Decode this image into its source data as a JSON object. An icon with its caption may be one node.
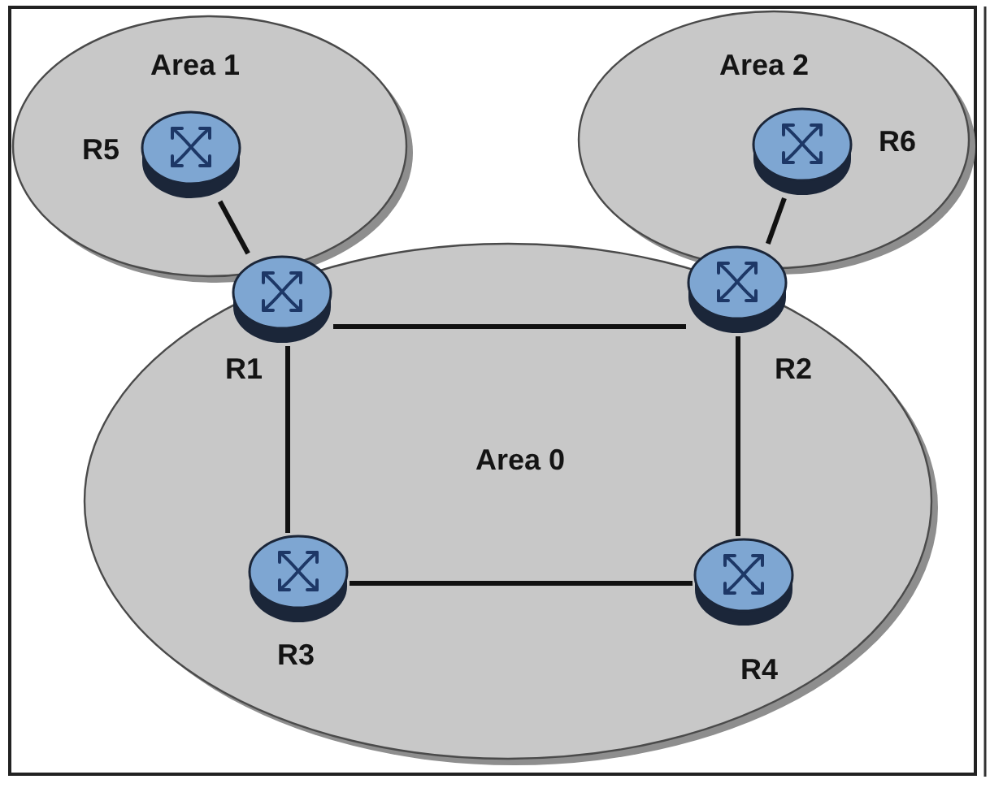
{
  "diagram": {
    "nodes": [
      {
        "text": [
          "Area 1"
        ]
      },
      {
        "text": [
          "R5"
        ],
        "in": 0
      },
      {
        "text": [
          "Area 2"
        ]
      },
      {
        "text": [
          "R6"
        ],
        "in": 2
      },
      {
        "text": [
          "Area 0"
        ]
      },
      {
        "text": [
          "R1"
        ],
        "in": 4
      },
      {
        "text": [
          "R2"
        ],
        "in": 4
      },
      {
        "text": [
          "R3"
        ],
        "in": 4
      },
      {
        "text": [
          "R4"
        ],
        "in": 4
      }
    ],
    "edges": [
      {
        "from": 1,
        "to": 5,
        "arrow": "none"
      },
      {
        "from": 3,
        "to": 6,
        "arrow": "none"
      },
      {
        "from": 5,
        "to": 6,
        "arrow": "none"
      },
      {
        "from": 5,
        "to": 7,
        "arrow": "none"
      },
      {
        "from": 6,
        "to": 8,
        "arrow": "none"
      },
      {
        "from": 7,
        "to": 8,
        "arrow": "none"
      }
    ]
  }
}
